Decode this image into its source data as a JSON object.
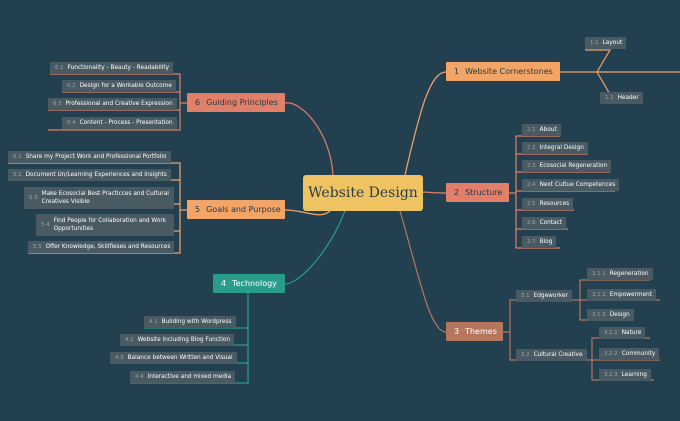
{
  "central": "Website Design",
  "branches": {
    "cornerstones": {
      "num": "1",
      "label": "Website Cornerstones",
      "children": [
        {
          "num": "1.1",
          "label": "Layout"
        },
        {
          "num": "1.2",
          "label": "Header"
        }
      ]
    },
    "structure": {
      "num": "2",
      "label": "Structure",
      "children": [
        {
          "num": "2.1",
          "label": "About"
        },
        {
          "num": "2.2",
          "label": "Integral Design"
        },
        {
          "num": "2.3",
          "label": "Ecosocial Regeneration"
        },
        {
          "num": "2.4",
          "label": "Next Cultue Competences"
        },
        {
          "num": "2.5",
          "label": "Resources"
        },
        {
          "num": "2.6",
          "label": "Contact"
        },
        {
          "num": "2.7",
          "label": "Blog"
        }
      ]
    },
    "themes": {
      "num": "3",
      "label": "Themes",
      "children": [
        {
          "num": "3.1",
          "label": "Edgeworker",
          "children": [
            {
              "num": "3.1.1",
              "label": "Regeneration"
            },
            {
              "num": "3.1.2",
              "label": "Empowerment"
            },
            {
              "num": "3.1.3",
              "label": "Design"
            }
          ]
        },
        {
          "num": "3.2",
          "label": "Cultural Creative",
          "children": [
            {
              "num": "3.2.1",
              "label": "Nature"
            },
            {
              "num": "3.2.2",
              "label": "Community"
            },
            {
              "num": "3.2.3",
              "label": "Learning"
            }
          ]
        }
      ]
    },
    "technology": {
      "num": "4",
      "label": "Technology",
      "children": [
        {
          "num": "4.1",
          "label": "Building with Wordpress"
        },
        {
          "num": "4.2",
          "label": "Website including Blog Function"
        },
        {
          "num": "4.3",
          "label": "Balance between Written and Visual"
        },
        {
          "num": "4.4",
          "label": "Interactive and  mixed media"
        }
      ]
    },
    "goals": {
      "num": "5",
      "label": "Goals and Purpose",
      "children": [
        {
          "num": "5.1",
          "label": "Share my Project Work and Professional Portfolio"
        },
        {
          "num": "5.2",
          "label": "Document Un/Learning Experiences and Insights"
        },
        {
          "num": "5.3",
          "label": "Make Ecosocial Best Practicces and Cultural Creatives Visible"
        },
        {
          "num": "5.4",
          "label": "Find People for Collaboration and Work Opportunities"
        },
        {
          "num": "5.5",
          "label": "Offer Knowledge,  Skillfleses and Resources"
        }
      ]
    },
    "principles": {
      "num": "6",
      "label": "Guiding Principles",
      "children": [
        {
          "num": "6.1",
          "label": "Functionality - Beauty - Readability"
        },
        {
          "num": "6.2",
          "label": "Design for a Workable Outcome"
        },
        {
          "num": "6.3",
          "label": "Professional and Creative Expression"
        },
        {
          "num": "6.4",
          "label": "Content - Process - Presentation"
        }
      ]
    }
  },
  "colors": {
    "background": "#234050",
    "central": "#efc362",
    "cornerstones": "#f3a568",
    "structure": "#e17f68",
    "themes": "#b4775e",
    "technology": "#2a9d8a",
    "goals": "#f3a568",
    "principles": "#e17f68"
  }
}
